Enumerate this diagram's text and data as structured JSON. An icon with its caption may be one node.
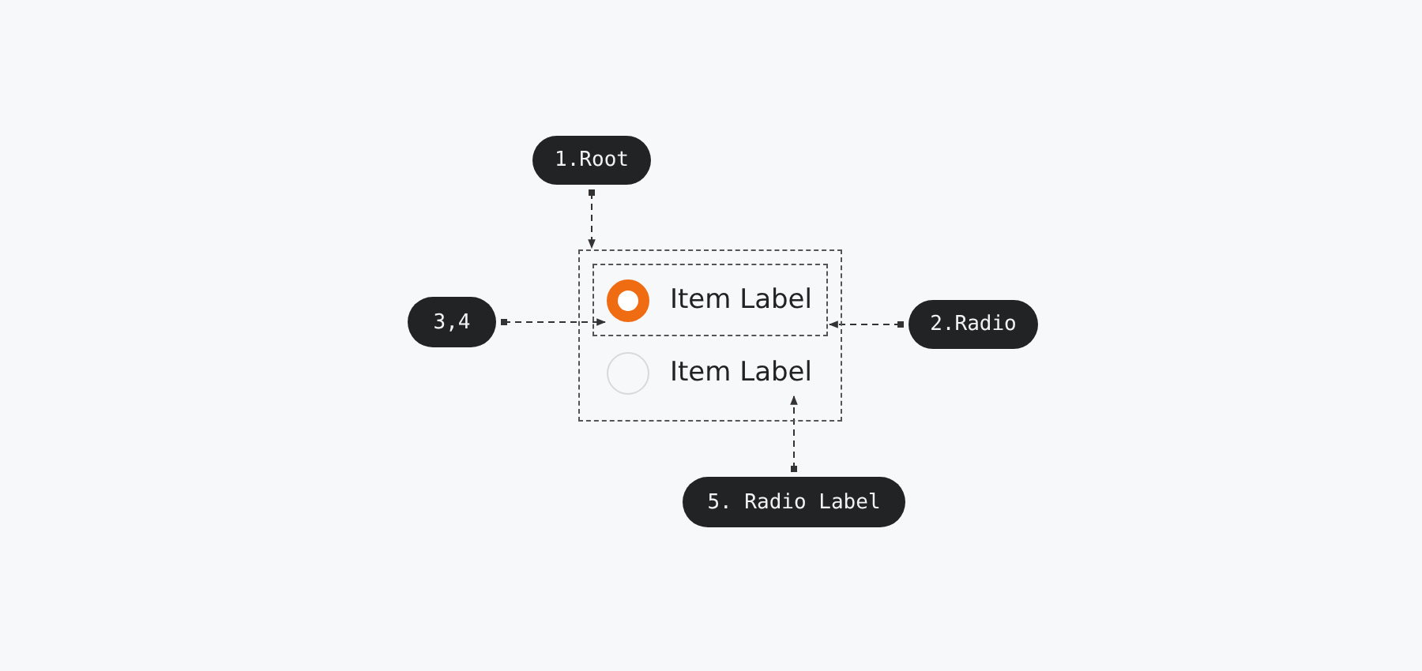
{
  "diagram": {
    "nodes": [
      {
        "text": [
          "1.Root"
        ]
      },
      {
        "text": [
          "3,4"
        ]
      },
      {
        "text": [
          "2.Radio"
        ]
      },
      {
        "text": [
          "5. Radio Label"
        ]
      },
      {
        "text": [],
        "shape": "box"
      },
      {
        "text": [],
        "shape": "box",
        "in": 4
      },
      {
        "text": [],
        "shape": "circle",
        "in": 5
      },
      {
        "text": [
          "Item Label"
        ],
        "in": 5
      },
      {
        "text": [],
        "shape": "circle",
        "in": 4
      },
      {
        "text": [
          "Item Label"
        ],
        "in": 4
      }
    ],
    "edges": [
      {
        "from": 0,
        "to": 4,
        "arrow": "to",
        "style": "dashed"
      },
      {
        "from": 1,
        "to": 6,
        "arrow": "to",
        "style": "dashed"
      },
      {
        "from": 2,
        "to": 5,
        "arrow": "to",
        "style": "dashed"
      },
      {
        "from": 3,
        "to": 9,
        "arrow": "to",
        "style": "dashed"
      }
    ]
  }
}
